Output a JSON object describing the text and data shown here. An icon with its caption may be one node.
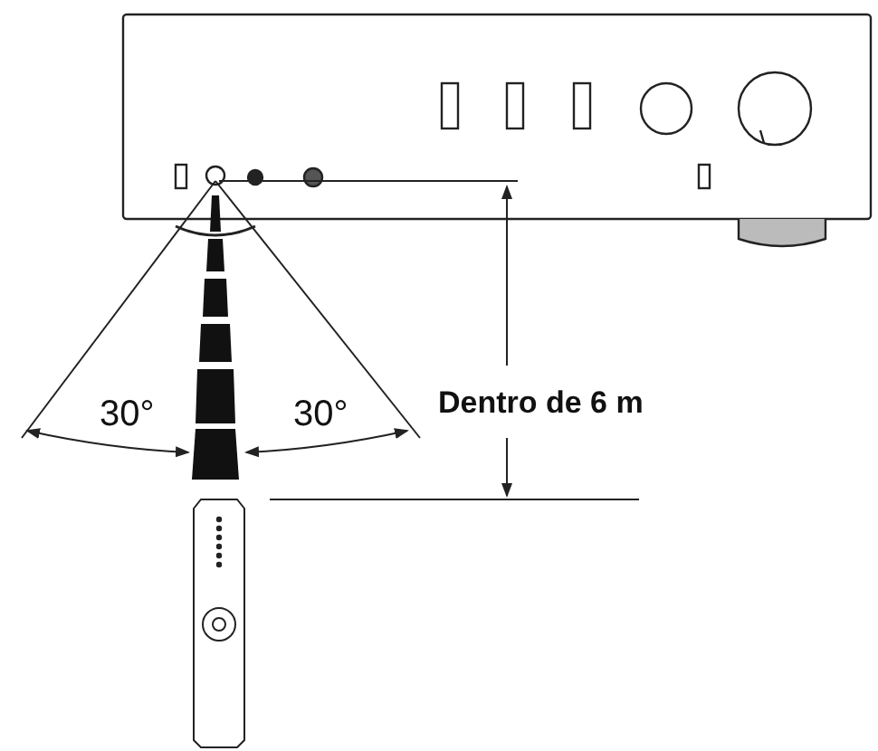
{
  "diagram": {
    "labels": [
      "30°",
      "30°",
      "Dentro de 6 m"
    ]
  }
}
